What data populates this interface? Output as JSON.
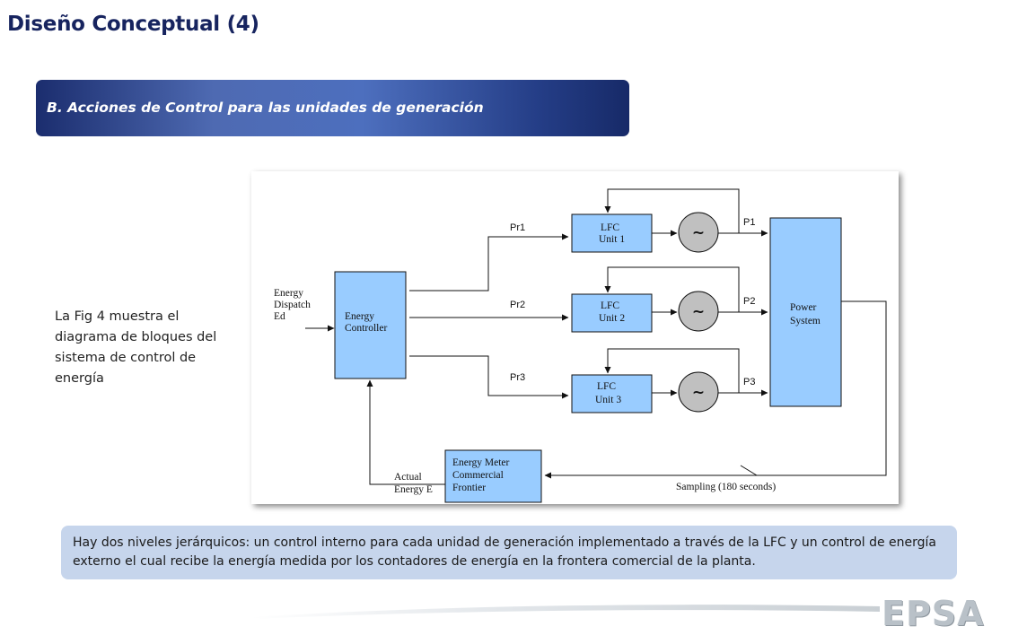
{
  "header": {
    "title": "Diseño Conceptual (4)"
  },
  "banner": {
    "text": "B. Acciones de  Control para las unidades de  generación"
  },
  "side_text": "La Fig 4 muestra el diagrama de bloques del sistema de control de energía",
  "diagram": {
    "input": {
      "line1": "Energy",
      "line2": "Dispatch",
      "line3": "Ed"
    },
    "controller": {
      "line1": "Energy",
      "line2": "Controller"
    },
    "refs": [
      "Pr1",
      "Pr2",
      "Pr3"
    ],
    "units": [
      {
        "line1": "LFC",
        "line2": "Unit 1",
        "out": "P1"
      },
      {
        "line1": "LFC",
        "line2": "Unit 2",
        "out": "P2"
      },
      {
        "line1": "LFC",
        "line2": "Unit 3",
        "out": "P3"
      }
    ],
    "generator_symbol": "~",
    "power_system": {
      "line1": "Power",
      "line2": "System"
    },
    "meter": {
      "line1": "Energy Meter",
      "line2": "Commercial",
      "line3": "Frontier"
    },
    "feedback": {
      "line1": "Actual",
      "line2": "Energy E"
    },
    "sampling": "Sampling (180 seconds)",
    "colors": {
      "block_fill": "#99ccff",
      "generator_fill": "#c0c0c0"
    }
  },
  "bottom_note": "Hay dos niveles jerárquicos: un control interno para cada unidad de generación implementado a través de la LFC y un control de energía externo el cual recibe la energía medida por los contadores de energía en la frontera comercial de la planta.",
  "brand": {
    "logo_text": "EPSA",
    "colors": {
      "title": "#17245f",
      "banner_dark": "#1b2d6e",
      "note_bg": "#c6d5ec"
    }
  }
}
